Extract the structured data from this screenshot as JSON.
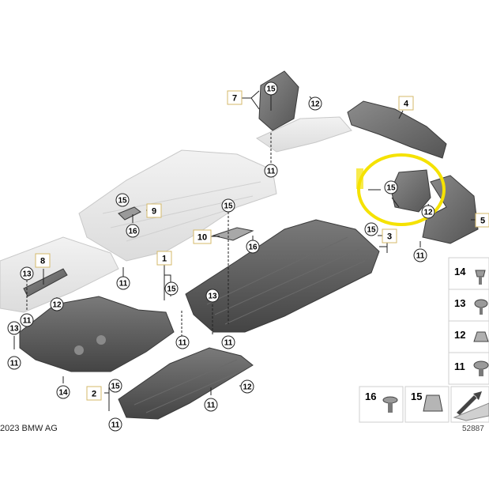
{
  "diagram": {
    "colors": {
      "part_dark": "#5d5d5d",
      "part_dark_edge": "#3a3a3a",
      "part_light": "#e9e9e9",
      "part_light_edge": "#c8c8c8",
      "label_border": "#d4b96a",
      "callout_ring": "#222222",
      "highlight": "#f5e200"
    },
    "labels": {
      "item_1": "1",
      "item_2": "2",
      "item_3": "3",
      "item_4": "4",
      "item_5": "5",
      "item_7": "7",
      "item_8": "8",
      "item_9": "9",
      "item_10": "10",
      "cb_11": "11",
      "cb_12": "12",
      "cb_13": "13",
      "cb_15": "15",
      "cb_16": "16"
    },
    "legend": {
      "items": [
        "14",
        "13",
        "12",
        "11"
      ],
      "bottom_items": [
        "16",
        "15"
      ]
    },
    "copyright": "2023 BMW AG",
    "image_number": "52887"
  }
}
